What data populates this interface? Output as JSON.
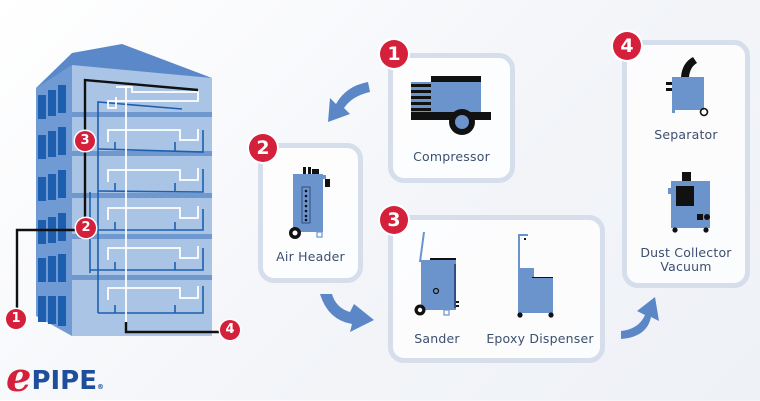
{
  "brand": {
    "logo_e": "e",
    "logo_text": "PIPE",
    "logo_mark": "®",
    "brand_red": "#d4203a",
    "brand_blue": "#1f4e9b"
  },
  "building": {
    "markers": [
      "1",
      "2",
      "3",
      "4"
    ]
  },
  "steps": [
    {
      "number": "1",
      "items": [
        {
          "label": "Compressor",
          "icon": "compressor-icon"
        }
      ]
    },
    {
      "number": "2",
      "items": [
        {
          "label": "Air Header",
          "icon": "air-header-icon"
        }
      ]
    },
    {
      "number": "3",
      "items": [
        {
          "label": "Sander",
          "icon": "sander-icon"
        },
        {
          "label": "Epoxy Dispenser",
          "icon": "epoxy-dispenser-icon"
        }
      ]
    },
    {
      "number": "4",
      "items": [
        {
          "label": "Separator",
          "icon": "separator-icon"
        },
        {
          "label": "Dust Collector Vacuum",
          "icon": "dust-collector-icon",
          "lines": [
            "Dust Collector",
            "Vacuum"
          ]
        }
      ]
    }
  ],
  "colors": {
    "equipment_blue": "#6b93cc",
    "card_border": "#d6deec",
    "arrow_blue": "#5b87c7",
    "label_text": "#3d4f6e"
  }
}
